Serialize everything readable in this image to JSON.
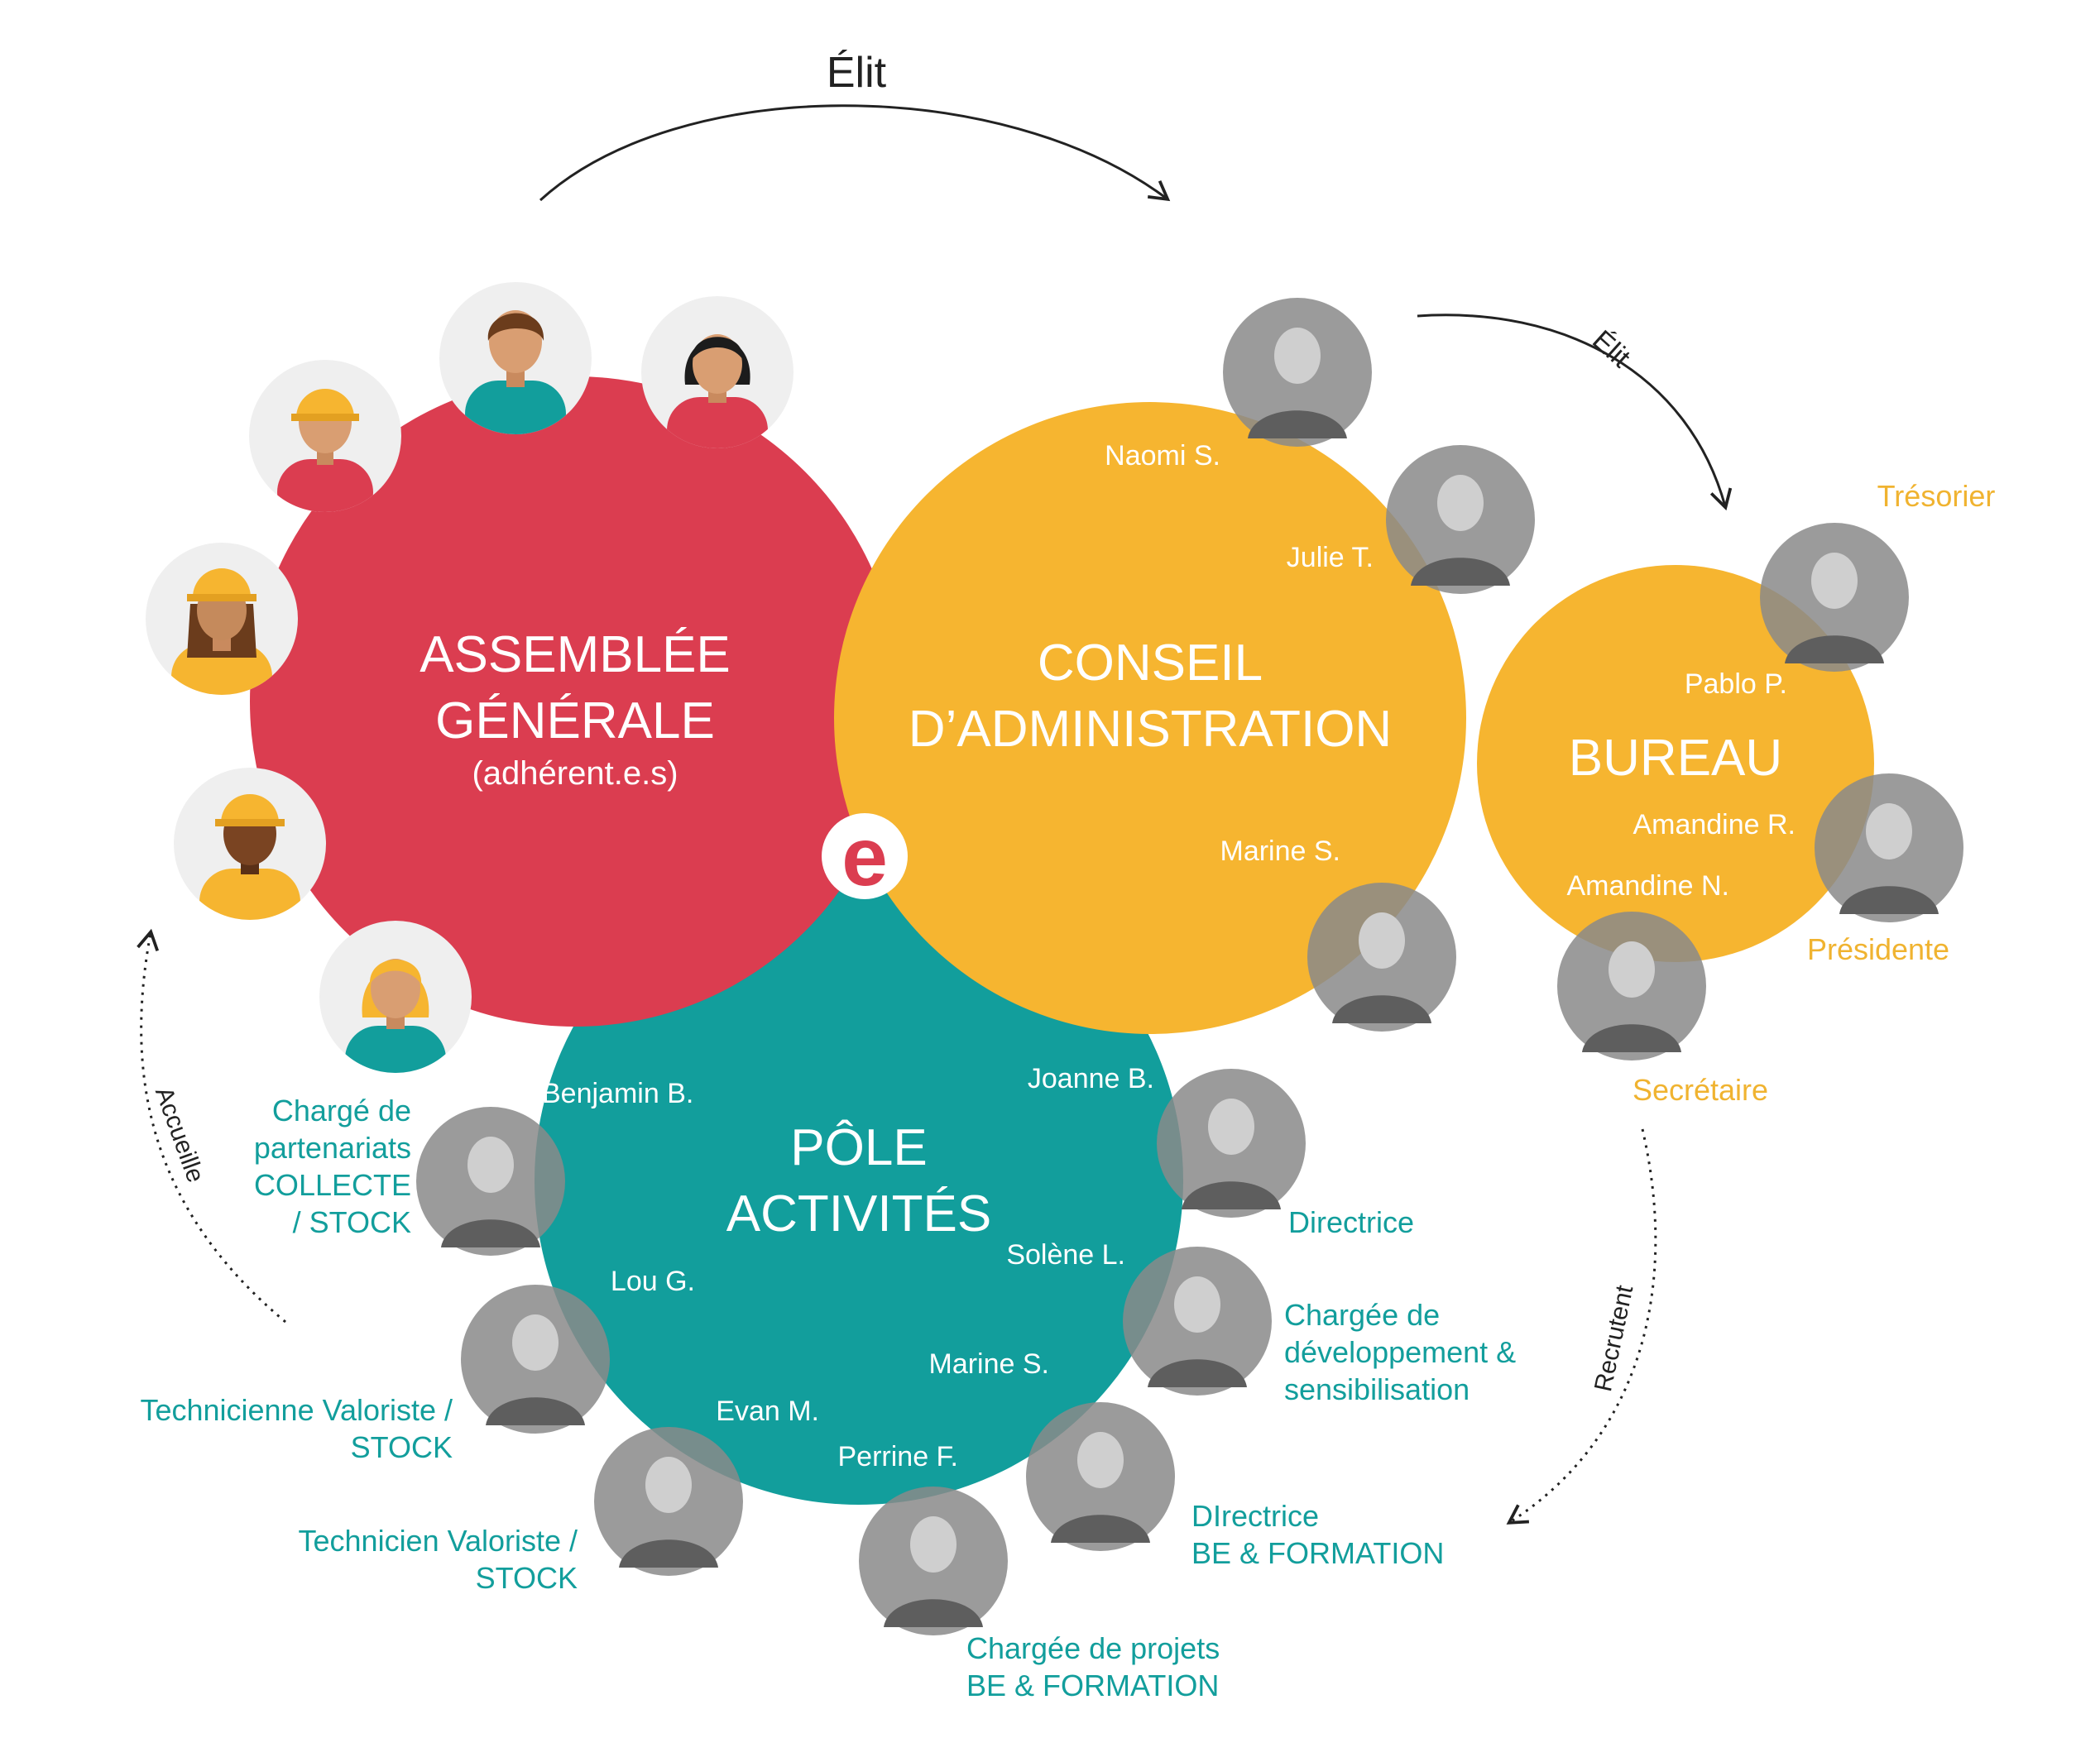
{
  "colors": {
    "assembly": "#db3d50",
    "council": "#f6b530",
    "bureau": "#f6b530",
    "pole": "#129e9c",
    "white": "#ffffff",
    "teal_text": "#129e9c",
    "gold_text": "#f0b330",
    "arrow": "#222222",
    "avatar_bg": "#efefef",
    "photo_bg": "#8a8a8a",
    "skin": "#d99e72",
    "helmet": "#f6b530"
  },
  "arrows": {
    "elit_top": "Élit",
    "elit_right": "Élit",
    "accueille": "Accueille",
    "recrutent": "Recrutent"
  },
  "assembly": {
    "title_line1": "ASSEMBLÉE",
    "title_line2": "GÉNÉRALE",
    "subtitle": "(adhérent.e.s)",
    "avatars": [
      {
        "icon": "worker-helmet-avatar-icon"
      },
      {
        "icon": "man-avatar-icon"
      },
      {
        "icon": "woman-avatar-icon"
      },
      {
        "icon": "woman-worker-helmet-avatar-icon"
      },
      {
        "icon": "dark-skin-worker-helmet-avatar-icon"
      },
      {
        "icon": "blonde-woman-avatar-icon"
      }
    ]
  },
  "council": {
    "title_line1": "CONSEIL",
    "title_line2": "D’ADMINISTRATION",
    "members": [
      {
        "name": "Naomi S."
      },
      {
        "name": "Julie T."
      },
      {
        "name": "Marine S."
      }
    ]
  },
  "bureau": {
    "title": "BUREAU",
    "members": [
      {
        "name": "Pablo P.",
        "role": "Trésorier"
      },
      {
        "name": "Amandine R.",
        "role": "Présidente"
      },
      {
        "name": "Amandine N.",
        "role": "Secrétaire"
      }
    ]
  },
  "pole": {
    "title_line1": "PÔLE",
    "title_line2": "ACTIVITÉS",
    "members": [
      {
        "name": "Benjamin B.",
        "role_lines": [
          "Chargé de",
          "partenariats",
          "COLLECTE",
          "/ STOCK"
        ]
      },
      {
        "name": "Joanne B.",
        "role_lines": [
          "Directrice"
        ]
      },
      {
        "name": "Solène L.",
        "role_lines": [
          "Chargée de",
          "développement &",
          "sensibilisation"
        ]
      },
      {
        "name": "Lou G.",
        "role_lines": [
          "Technicienne Valoriste /",
          "STOCK"
        ]
      },
      {
        "name": "Marine S.",
        "role_lines": [
          "DIrectrice",
          "BE & FORMATION"
        ]
      },
      {
        "name": "Evan M.",
        "role_lines": [
          "Technicien Valoriste /",
          "STOCK"
        ]
      },
      {
        "name": "Perrine F.",
        "role_lines": [
          "Chargée de projets",
          "BE & FORMATION"
        ]
      }
    ]
  },
  "logo": {
    "letter": "e"
  }
}
